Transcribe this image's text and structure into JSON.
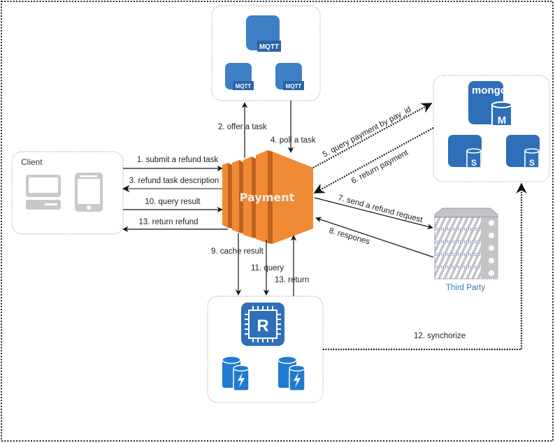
{
  "diagram": {
    "nodes": {
      "mqtt": {
        "icon": "mqtt-icon",
        "badge": "MQTT"
      },
      "mongo": {
        "title": "mongo",
        "primary_badge": "M",
        "secondary_badge": "S"
      },
      "client": {
        "label": "Client"
      },
      "payment": {
        "label": "Payment"
      },
      "third_party": {
        "label": "Third Party"
      },
      "redis": {
        "badge": "R"
      }
    },
    "edges": [
      {
        "id": "e1",
        "label": "1. submit a refund task",
        "from": "Client",
        "to": "Payment"
      },
      {
        "id": "e2",
        "label": "2. offer a task",
        "from": "Payment",
        "to": "MQTT"
      },
      {
        "id": "e3",
        "label": "3. refund task description",
        "from": "Payment",
        "to": "Client"
      },
      {
        "id": "e4",
        "label": "4. poll a task",
        "from": "MQTT",
        "to": "Payment"
      },
      {
        "id": "e5",
        "label": "5. query payment by pay_id",
        "from": "Payment",
        "to": "mongo"
      },
      {
        "id": "e6",
        "label": "6.  return payment",
        "from": "mongo",
        "to": "Payment"
      },
      {
        "id": "e7",
        "label": "7. send a refund request",
        "from": "Payment",
        "to": "Third Party"
      },
      {
        "id": "e8",
        "label": "8. respones",
        "from": "Third Party",
        "to": "Payment"
      },
      {
        "id": "e9",
        "label": "9. cache result",
        "from": "Payment",
        "to": "Redis"
      },
      {
        "id": "e10",
        "label": "10. query result",
        "from": "Client",
        "to": "Payment"
      },
      {
        "id": "e11",
        "label": "11. query",
        "from": "Payment",
        "to": "Redis"
      },
      {
        "id": "e12",
        "label": "12. synchorize",
        "from": "Redis",
        "to": "mongo"
      },
      {
        "id": "e13a",
        "label": "13. return refund",
        "from": "Payment",
        "to": "Client"
      },
      {
        "id": "e13b",
        "label": "13. return",
        "from": "Redis",
        "to": "Payment"
      }
    ],
    "colors": {
      "aws_blue": "#3f7fc6",
      "aws_blue_dark": "#2c64a8",
      "payment_orange": "#f08a34",
      "payment_orange_dark": "#c0621f",
      "device_gray": "#c9c9c9",
      "third_party_text": "#2e75b6"
    }
  }
}
